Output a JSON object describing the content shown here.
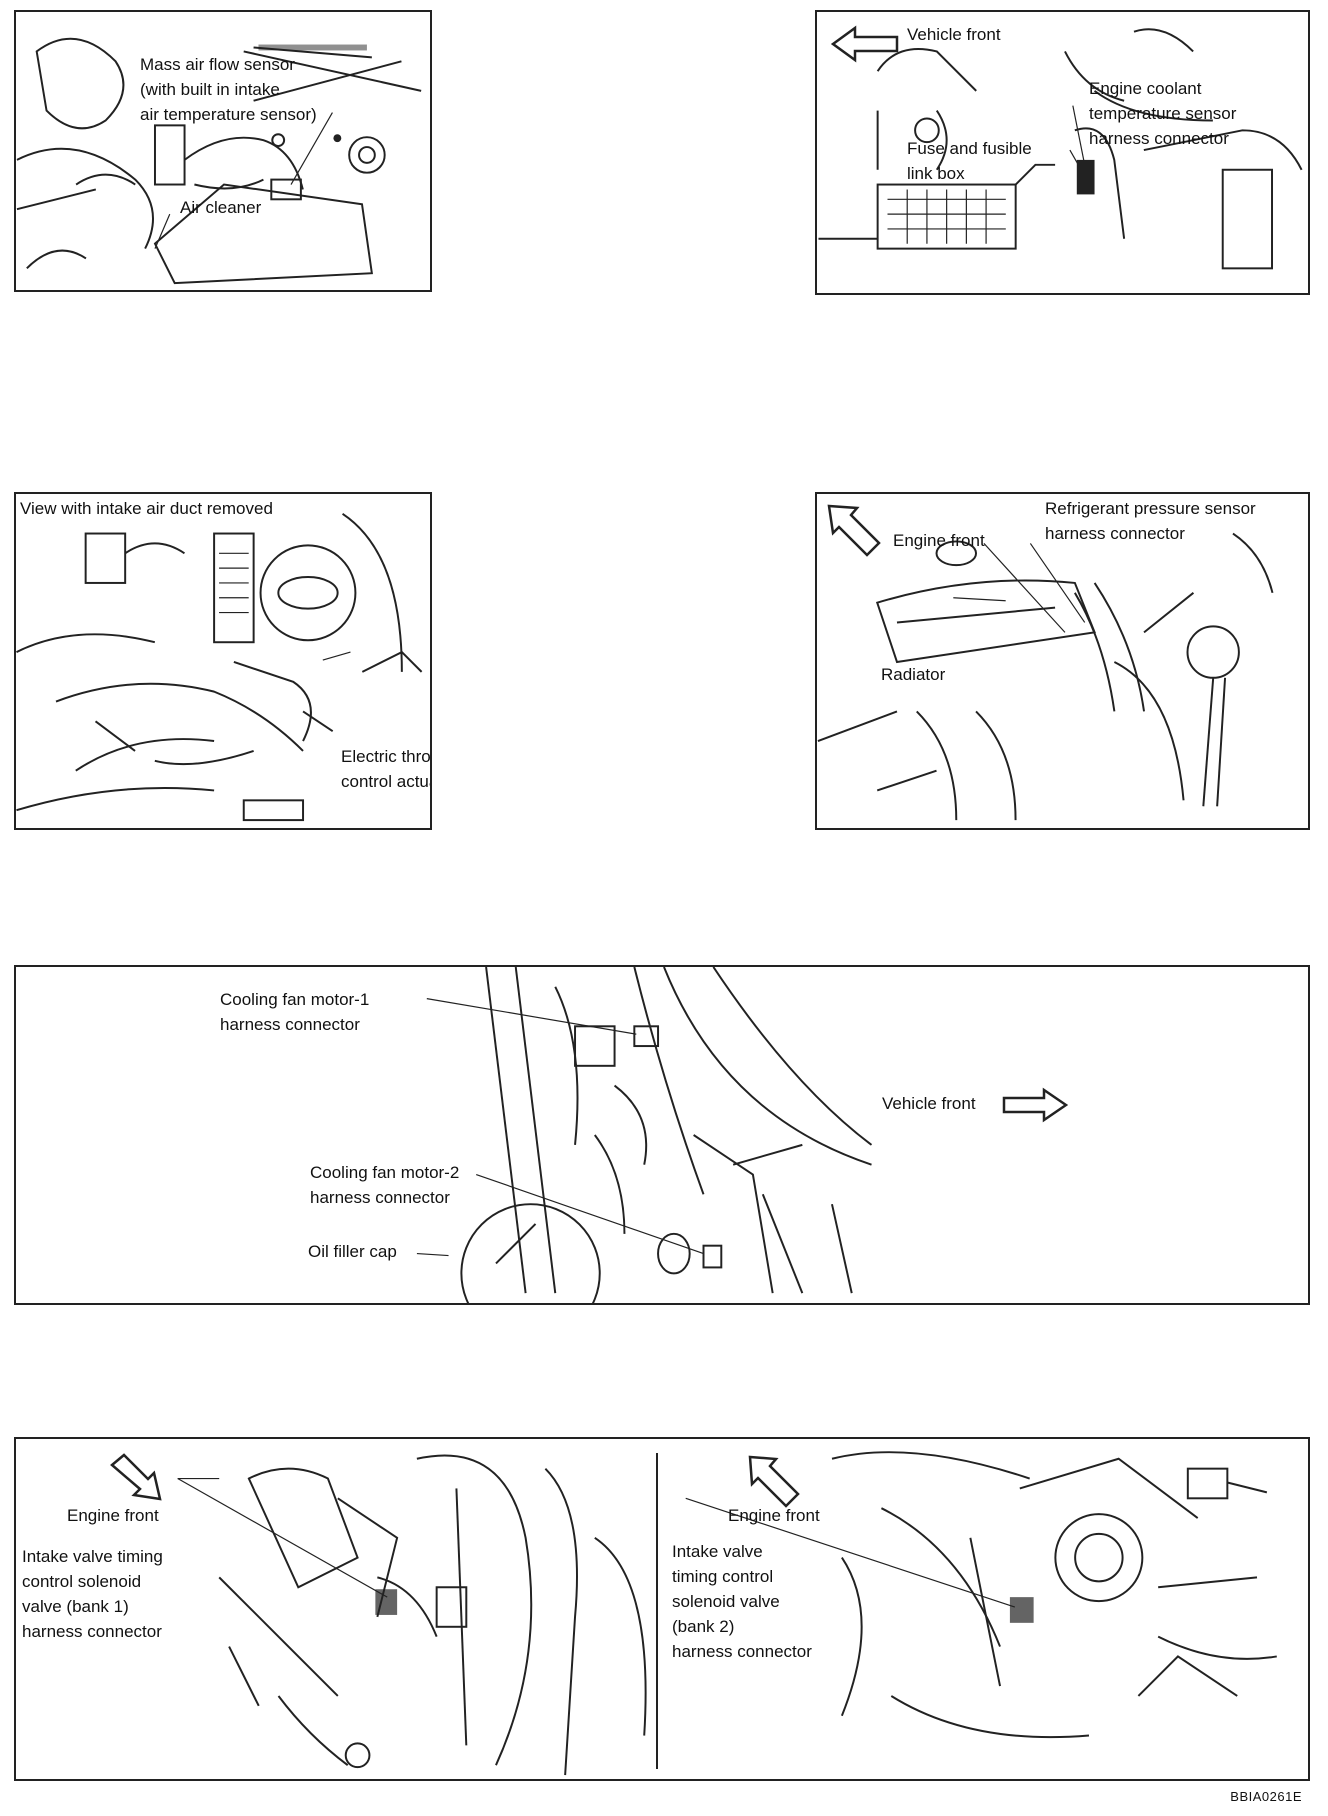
{
  "panels": {
    "maf": {
      "callout_maf": "Mass air flow sensor\n(with built in intake\nair temperature sensor)",
      "callout_air_cleaner": "Air cleaner"
    },
    "ect": {
      "vehicle_front": "Vehicle front",
      "callout_ect": "Engine coolant\ntemperature sensor\nharness connector",
      "callout_fuse": "Fuse and fusible\nlink box"
    },
    "throttle": {
      "heading": "View with intake air duct removed",
      "callout_actuator": "Electric throttle\ncontrol actuator"
    },
    "refrigerant": {
      "engine_front": "Engine front",
      "callout_sensor": "Refrigerant pressure sensor\nharness connector",
      "callout_radiator": "Radiator"
    },
    "cooling_fan": {
      "callout_motor1": "Cooling fan motor-1\nharness connector",
      "callout_motor2": "Cooling fan motor-2\nharness connector",
      "callout_oil_cap": "Oil filler cap",
      "vehicle_front": "Vehicle front"
    },
    "ivt": {
      "left_engine_front": "Engine front",
      "left_callout": "Intake valve timing\ncontrol solenoid\nvalve (bank 1)\nharness connector",
      "right_engine_front": "Engine front",
      "right_callout": "Intake valve\ntiming control\nsolenoid valve\n(bank 2)\nharness connector"
    }
  },
  "diagram_code": "BBIA0261E"
}
